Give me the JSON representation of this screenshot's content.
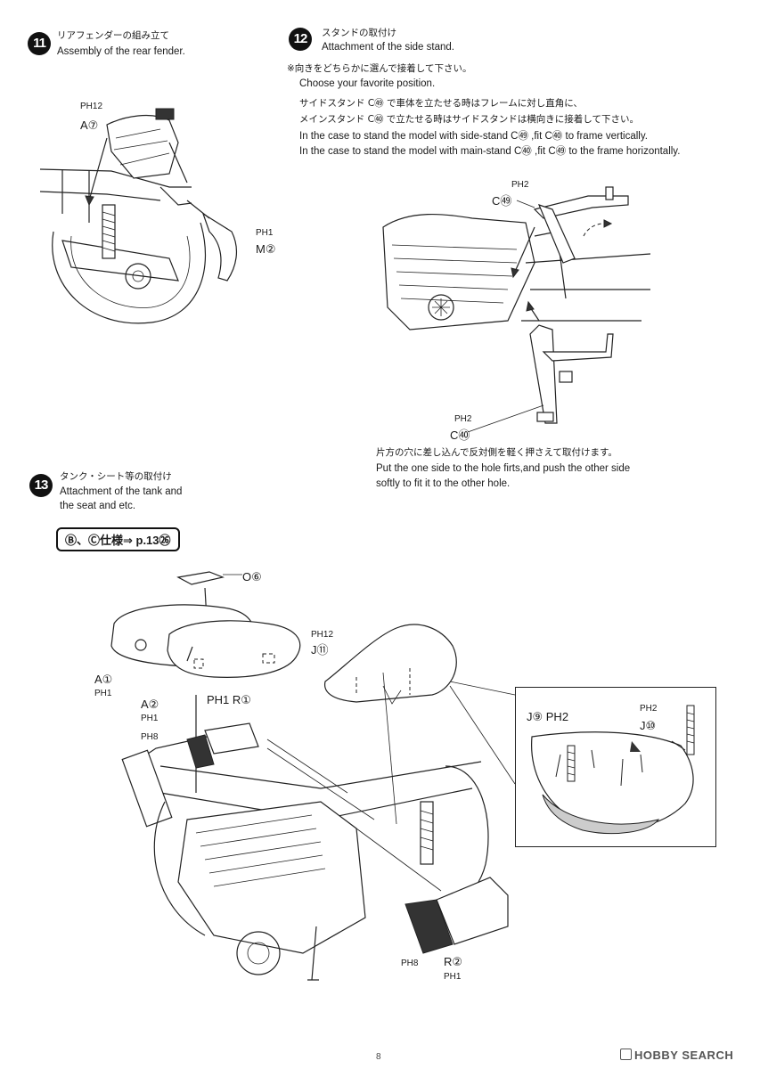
{
  "step11": {
    "number": "11",
    "title_jp": "リアフェンダーの組み立て",
    "title_en": "Assembly of the rear fender.",
    "labels": {
      "a7_ph": "PH12",
      "a7": "A⑦",
      "m2_ph": "PH1",
      "m2": "M②"
    }
  },
  "step12": {
    "number": "12",
    "title_jp": "スタンドの取付け",
    "title_en": "Attachment of the side stand.",
    "note1_jp": "※向きをどちらかに選んで接着して下さい。",
    "note1_en": "Choose your favorite position.",
    "note2_jp": "サイドスタンド C㊾ で車体を立たせる時はフレームに対し直角に、",
    "note3_jp": "メインスタンド C㊵ で立たせる時はサイドスタンドは横向きに接着して下さい。",
    "note2_en": "In the case to stand the model with side-stand C㊾ ,fit C㊵ to frame vertically.",
    "note3_en": "In the case to stand the model with main-stand C㊵ ,fit C㊾ to the frame horizontally.",
    "labels": {
      "c49_ph": "PH2",
      "c49": "C㊾",
      "c40_ph": "PH2",
      "c40": "C㊵"
    },
    "bottom_jp": "片方の穴に差し込んで反対側を軽く押さえて取付けます。",
    "bottom_en1": "Put the one side to the hole firts,and push the other side",
    "bottom_en2": "softly to fit it to the other hole."
  },
  "step13": {
    "number": "13",
    "title_jp": "タンク・シート等の取付け",
    "title_en1": "Attachment of the tank and",
    "title_en2": "the seat and etc.",
    "spec_box": "Ⓑ、Ⓒ仕様⇒ p.13㉖",
    "labels": {
      "o6": "O⑥",
      "a1": "A①",
      "a1_ph": "PH1",
      "a2": "A②",
      "a2_ph": "PH1",
      "r1": "PH1 R①",
      "ph8_top": "PH8",
      "j11_ph": "PH12",
      "j11": "J⑪",
      "j9": "J⑨ PH2",
      "j10_ph": "PH2",
      "j10": "J⑩",
      "ph8_bottom": "PH8",
      "r2": "R②",
      "r2_ph": "PH1"
    }
  },
  "footer": {
    "page": "8",
    "watermark": "HOBBY SEARCH"
  }
}
